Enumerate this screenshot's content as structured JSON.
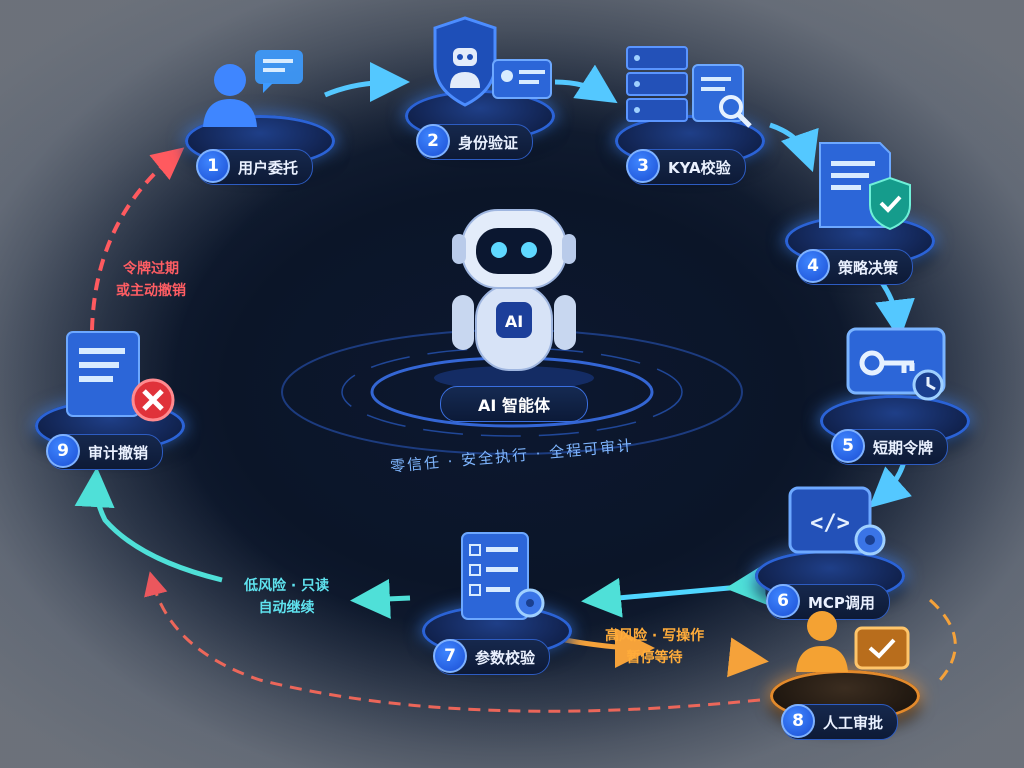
{
  "center": {
    "badge": "AI",
    "label": "AI 智能体",
    "tagline": "零信任 · 安全执行 · 全程可审计"
  },
  "steps": [
    {
      "num": "1",
      "label": "用户委托",
      "icon": "user-chat-icon"
    },
    {
      "num": "2",
      "label": "身份验证",
      "icon": "shield-id-card-icon"
    },
    {
      "num": "3",
      "label": "KYA校验",
      "icon": "server-search-icon"
    },
    {
      "num": "4",
      "label": "策略决策",
      "icon": "policy-document-shield-icon"
    },
    {
      "num": "5",
      "label": "短期令牌",
      "icon": "key-clock-icon"
    },
    {
      "num": "6",
      "label": "MCP调用",
      "icon": "code-gear-icon"
    },
    {
      "num": "7",
      "label": "参数校验",
      "icon": "checklist-gear-icon"
    },
    {
      "num": "8",
      "label": "人工审批",
      "icon": "user-approve-icon"
    },
    {
      "num": "9",
      "label": "审计撤销",
      "icon": "document-revoke-icon"
    }
  ],
  "notes": {
    "revoke": [
      "令牌过期",
      "或主动撤销"
    ],
    "low_risk": [
      "低风险 · 只读",
      "自动继续"
    ],
    "high_risk": [
      "高风险 · 写操作",
      "暂停等待"
    ]
  },
  "colors": {
    "flow_blue": "#4fc3f7",
    "flow_cyan": "#4fe0d8",
    "revoke_red": "#ff5a5f",
    "approval_orange": "#f5a23a",
    "badge_blue": "#2d6cf0"
  }
}
